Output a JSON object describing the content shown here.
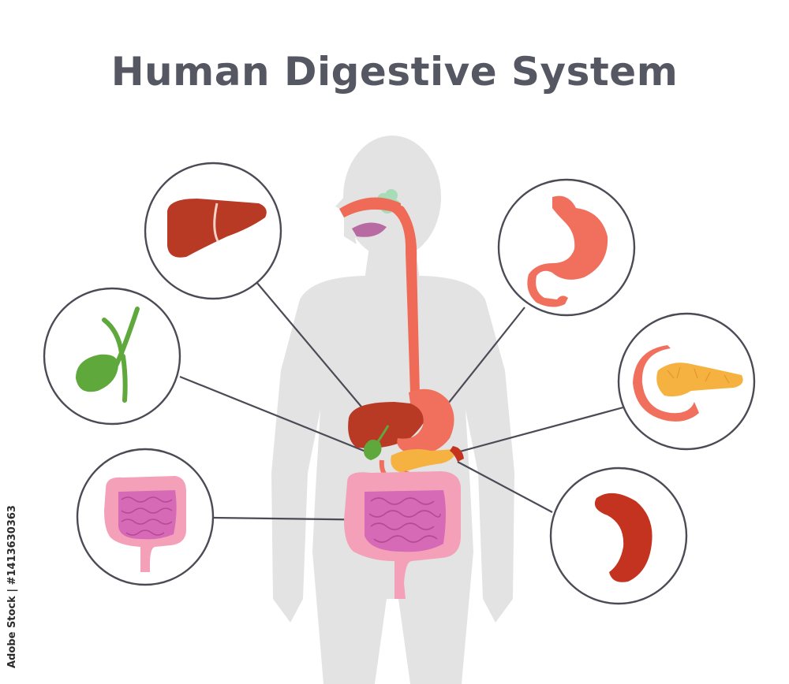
{
  "diagram": {
    "title": "Human Digestive System",
    "watermark": "Adobe Stock | #1413630363"
  },
  "colors": {
    "title": "#555762",
    "silhouette": "#e3e3e3",
    "circle_stroke": "#4a4b55",
    "leader_line": "#4a4b55",
    "esophagus": "#ef6b58",
    "liver": "#b83a25",
    "stomach": "#f0705d",
    "gallbladder": "#5ea83c",
    "pancreas": "#f6b240",
    "spleen": "#c4331f",
    "large_intestine": "#f4a0b8",
    "small_intestine": "#d66ab7"
  },
  "organs": [
    {
      "id": "liver",
      "icon": "liver-icon"
    },
    {
      "id": "gallbladder",
      "icon": "gallbladder-icon"
    },
    {
      "id": "intestines",
      "icon": "intestines-icon"
    },
    {
      "id": "stomach",
      "icon": "stomach-icon"
    },
    {
      "id": "pancreas",
      "icon": "pancreas-icon"
    },
    {
      "id": "spleen",
      "icon": "spleen-icon"
    }
  ]
}
